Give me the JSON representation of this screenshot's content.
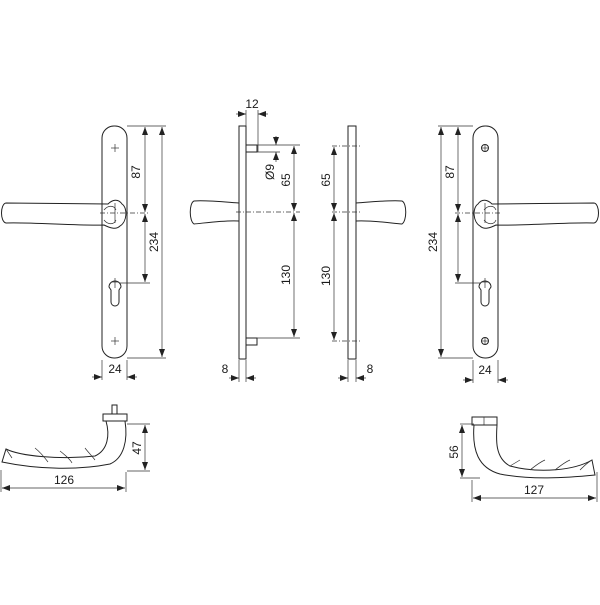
{
  "drawing": {
    "views": {
      "front_left": {
        "width_label": "24",
        "handle_to_top_label": "87",
        "total_length_label": "234"
      },
      "side_left": {
        "pin_offset_label": "12",
        "pin_diameter_label": "Ø9",
        "upper_pin_to_handle_label": "65",
        "handle_to_lower_pin_label": "130",
        "plate_thickness_label": "8"
      },
      "side_right": {
        "upper_to_handle_label": "65",
        "handle_to_lower_label": "130",
        "plate_thickness_label": "8"
      },
      "front_right": {
        "width_label": "24",
        "handle_to_top_label": "87",
        "total_length_label": "234"
      },
      "lever_profile_left": {
        "length_label": "126",
        "height_label": "47"
      },
      "lever_profile_right": {
        "length_label": "127",
        "height_label": "56"
      }
    }
  }
}
